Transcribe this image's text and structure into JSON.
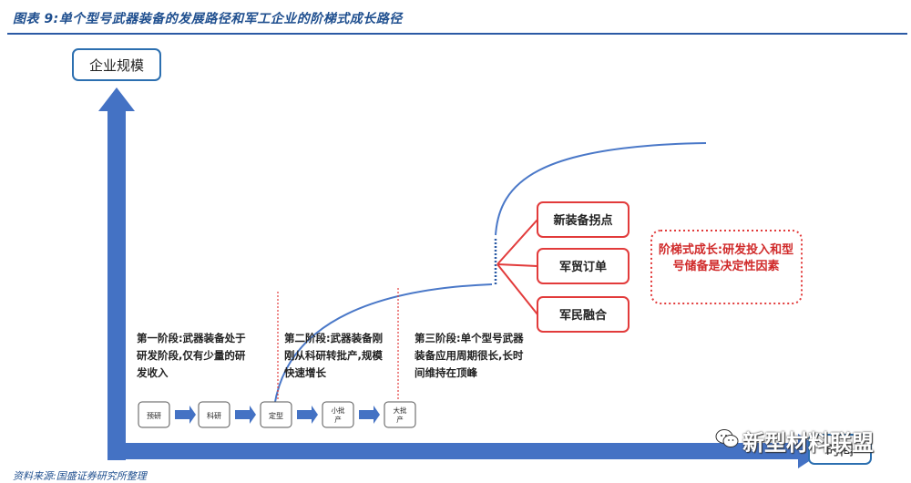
{
  "header": {
    "title": "图表 9:单个型号武器装备的发展路径和军工企业的阶梯式成长路径"
  },
  "axes": {
    "y_label": "企业规模",
    "x_label": "时间"
  },
  "process": [
    "预研",
    "科研",
    "定型",
    "小批产",
    "大批产"
  ],
  "branches": [
    "新装备拐点",
    "军贸订单",
    "军民融合"
  ],
  "callout": "阶梯式成长:研发投入和型号储备是决定性因素",
  "stages": [
    "第一阶段:武器装备处于研发阶段,仅有少量的研发收入",
    "第二阶段:武器装备刚刚从科研转批产,规模快速增长",
    "第三阶段:单个型号武器装备应用周期很长,长时间维持在顶峰"
  ],
  "source": "资料来源:国盛证券研究所整理",
  "watermark": "新型材料联盟",
  "colors": {
    "axis": "#4472c4",
    "curve": "#4a78c8",
    "red": "#e23b3b",
    "title": "#1f4f8f"
  }
}
